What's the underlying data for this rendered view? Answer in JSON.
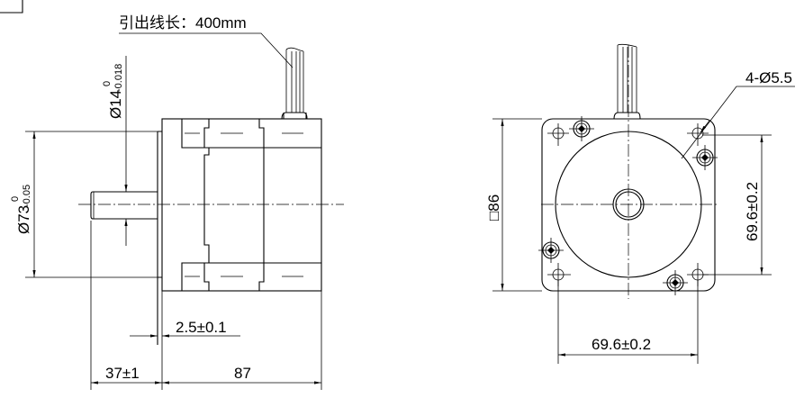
{
  "side_view": {
    "lead_length": "引出线长：400mm",
    "shaft_dia": "Ø14",
    "shaft_tol_upper": "0",
    "shaft_tol_lower": "-0.018",
    "pilot_dia": "Ø73",
    "pilot_tol_upper": "0",
    "pilot_tol_lower": "-0.05",
    "flange_thickness": "2.5±0.1",
    "shaft_length": "37±1",
    "body_length": "87"
  },
  "front_view": {
    "holes": "4-Ø5.5",
    "square": "□86",
    "hole_spacing_v": "69.6±0.2",
    "hole_spacing_h": "69.6±0.2"
  }
}
